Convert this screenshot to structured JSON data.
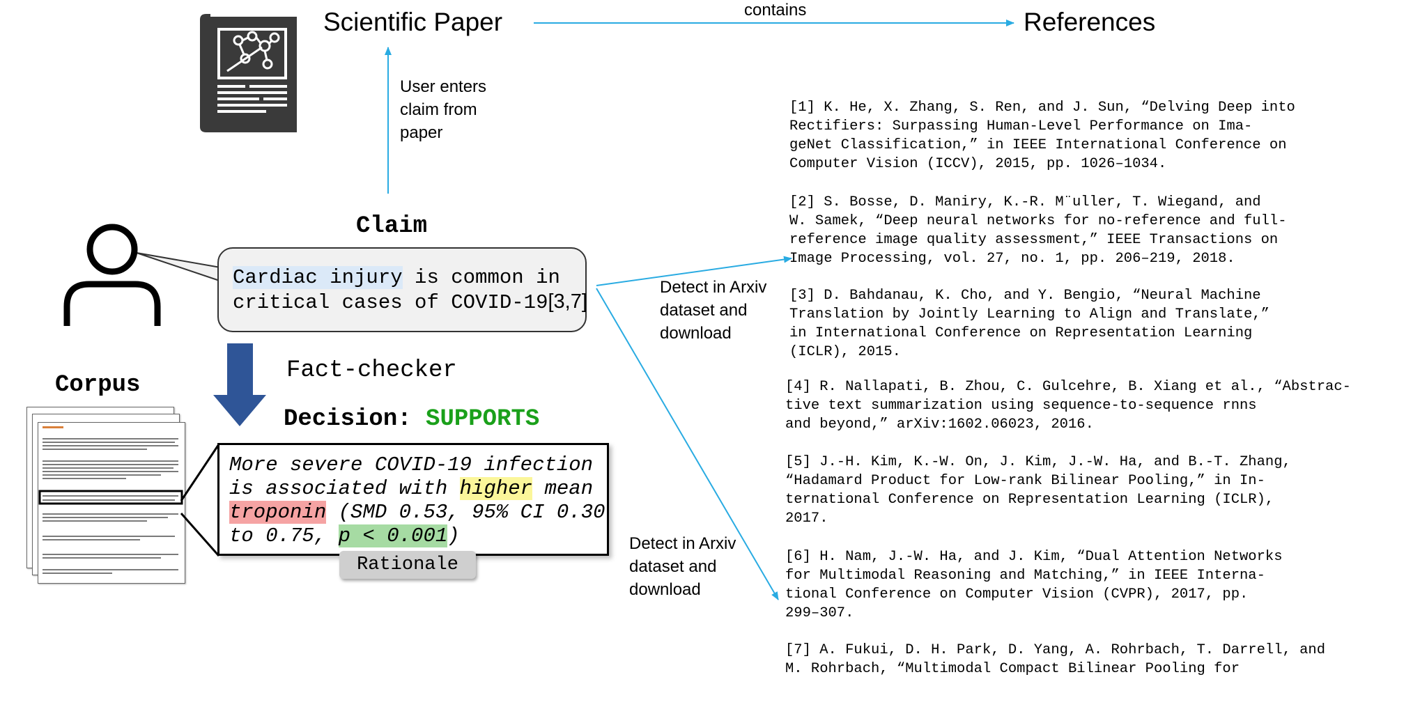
{
  "nodes": {
    "paper_title": "Scientific Paper",
    "references_title": "References",
    "claim_heading": "Claim",
    "corpus_heading": "Corpus",
    "fact_checker": "Fact-checker",
    "decision_label": "Decision:",
    "decision_value": "SUPPORTS",
    "rationale_label": "Rationale"
  },
  "edges": {
    "contains": "contains",
    "user_enters": [
      "User enters",
      "claim from",
      "paper"
    ],
    "detect_top": [
      "Detect in Arxiv",
      "dataset and",
      "download"
    ],
    "detect_bottom": [
      "Detect in Arxiv",
      "dataset and",
      "download"
    ]
  },
  "claim": {
    "span_highlight": "Cardiac injury",
    "line1_rest": " is common in",
    "line2": "critical cases of COVID-19",
    "citation": "[3,7]"
  },
  "rationale": {
    "line1": "More severe COVID-19 infection",
    "line2_pre": "is associated with ",
    "line2_hl": "higher",
    "line2_post": " mean",
    "line3_hl": "troponin",
    "line3_post": " (SMD 0.53, 95% CI 0.30",
    "line4_pre": "to 0.75, ",
    "line4_hl": "p < 0.001",
    "line4_post": ")"
  },
  "references": [
    [
      "[1] K. He, X. Zhang, S. Ren, and J. Sun, “Delving Deep into",
      "Rectifiers: Surpassing Human-Level Performance on Ima-",
      "geNet Classification,” in IEEE International Conference on",
      "Computer Vision (ICCV), 2015, pp. 1026–1034."
    ],
    [
      "[2] S. Bosse, D. Maniry, K.-R. M¨uller, T. Wiegand, and",
      "W. Samek, “Deep neural networks for no-reference and full-",
      "reference image quality assessment,” IEEE Transactions on",
      "Image Processing, vol. 27, no. 1, pp. 206–219, 2018."
    ],
    [
      "[3] D. Bahdanau, K. Cho, and Y. Bengio, “Neural Machine",
      "Translation by Jointly Learning to Align and Translate,”",
      "in International Conference on Representation Learning",
      "(ICLR), 2015."
    ],
    [
      "[4] R. Nallapati, B. Zhou, C. Gulcehre, B. Xiang et al., “Abstrac-",
      "tive text summarization using sequence-to-sequence rnns",
      "and beyond,” arXiv:1602.06023, 2016."
    ],
    [
      "[5] J.-H. Kim, K.-W. On, J. Kim, J.-W. Ha, and B.-T. Zhang,",
      "“Hadamard Product for Low-rank Bilinear Pooling,” in In-",
      "ternational Conference on Representation Learning (ICLR),",
      "2017."
    ],
    [
      "[6] H. Nam, J.-W. Ha, and J. Kim, “Dual Attention Networks",
      "for Multimodal Reasoning and Matching,” in IEEE Interna-",
      "tional Conference on Computer Vision (CVPR), 2017, pp.",
      "299–307."
    ],
    [
      "[7] A. Fukui, D. H. Park, D. Yang, A. Rohrbach, T. Darrell, and",
      "M. Rohrbach, “Multimodal Compact Bilinear Pooling for"
    ]
  ],
  "colors": {
    "arrow": "#29abe2",
    "big_arrow": "#2f5597",
    "supports": "#1aa01a",
    "claim_highlight": "#dbe9f8",
    "higher_highlight": "#fbf69a",
    "troponin_highlight": "#f5a3a3",
    "pvalue_highlight": "#a6dba3"
  },
  "icons": [
    "newspaper-icon",
    "user-icon",
    "document-stack-icon"
  ]
}
